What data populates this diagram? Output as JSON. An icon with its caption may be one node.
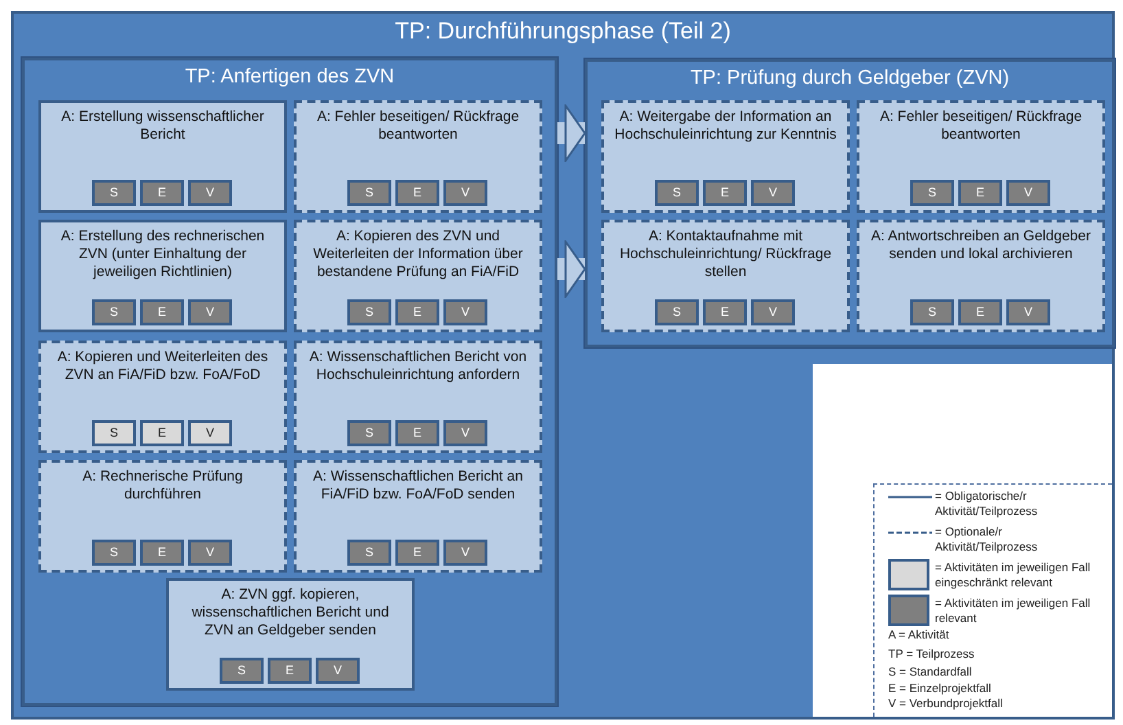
{
  "diagram": {
    "nodes": [
      {
        "text": [
          "TP: Durchführungsphase (Teil 2)"
        ]
      },
      {
        "text": [
          "TP: Anfertigen des ZVN"
        ],
        "in": 0
      },
      {
        "text": [
          "A: Erstellung wissenschaftlicher Bericht"
        ],
        "in": 1
      },
      {
        "text": [
          "S"
        ],
        "in": 2
      },
      {
        "text": [
          "E"
        ],
        "in": 2
      },
      {
        "text": [
          "V"
        ],
        "in": 2
      },
      {
        "text": [
          "A: Fehler beseitigen/ Rückfrage beantworten"
        ],
        "in": 1
      },
      {
        "text": [
          "S"
        ],
        "in": 6
      },
      {
        "text": [
          "E"
        ],
        "in": 6
      },
      {
        "text": [
          "V"
        ],
        "in": 6
      },
      {
        "text": [
          "A: Erstellung des rechnerischen ZVN (unter Einhaltung der jeweiligen Richtlinien)"
        ],
        "in": 1
      },
      {
        "text": [
          "S"
        ],
        "in": 10
      },
      {
        "text": [
          "E"
        ],
        "in": 10
      },
      {
        "text": [
          "V"
        ],
        "in": 10
      },
      {
        "text": [
          "A: Kopieren des ZVN und Weiterleiten der Information über bestandene Prüfung an FiA/FiD"
        ],
        "in": 1
      },
      {
        "text": [
          "S"
        ],
        "in": 14
      },
      {
        "text": [
          "E"
        ],
        "in": 14
      },
      {
        "text": [
          "V"
        ],
        "in": 14
      },
      {
        "text": [
          "A: Kopieren und Weiterleiten des ZVN an FiA/FiD bzw. FoA/FoD"
        ],
        "in": 1
      },
      {
        "text": [
          "S"
        ],
        "in": 18
      },
      {
        "text": [
          "E"
        ],
        "in": 18
      },
      {
        "text": [
          "V"
        ],
        "in": 18
      },
      {
        "text": [
          "A: Wissenschaftlichen Bericht von Hochschuleinrichtung anfordern"
        ],
        "in": 1
      },
      {
        "text": [
          "S"
        ],
        "in": 22
      },
      {
        "text": [
          "E"
        ],
        "in": 22
      },
      {
        "text": [
          "V"
        ],
        "in": 22
      },
      {
        "text": [
          "A: Rechnerische Prüfung durchführen"
        ],
        "in": 1
      },
      {
        "text": [
          "S"
        ],
        "in": 26
      },
      {
        "text": [
          "E"
        ],
        "in": 26
      },
      {
        "text": [
          "V"
        ],
        "in": 26
      },
      {
        "text": [
          "A: Wissenschaftlichen Bericht an FiA/FiD bzw. FoA/FoD senden"
        ],
        "in": 1
      },
      {
        "text": [
          "S"
        ],
        "in": 30
      },
      {
        "text": [
          "E"
        ],
        "in": 30
      },
      {
        "text": [
          "V"
        ],
        "in": 30
      },
      {
        "text": [
          "A: ZVN ggf. kopieren, wissenschaftlichen Bericht und ZVN an Geldgeber senden"
        ],
        "in": 1
      },
      {
        "text": [
          "S"
        ],
        "in": 34
      },
      {
        "text": [
          "E"
        ],
        "in": 34
      },
      {
        "text": [
          "V"
        ],
        "in": 34
      },
      {
        "text": [
          "TP: Prüfung durch Geldgeber (ZVN)"
        ],
        "in": 0
      },
      {
        "text": [
          "A: Weitergabe der Information an Hochschuleinrichtung zur Kenntnis"
        ],
        "in": 38
      },
      {
        "text": [
          "S"
        ],
        "in": 39
      },
      {
        "text": [
          "E"
        ],
        "in": 39
      },
      {
        "text": [
          "V"
        ],
        "in": 39
      },
      {
        "text": [
          "A: Fehler beseitigen/ Rückfrage beantworten"
        ],
        "in": 38
      },
      {
        "text": [
          "S"
        ],
        "in": 43
      },
      {
        "text": [
          "E"
        ],
        "in": 43
      },
      {
        "text": [
          "V"
        ],
        "in": 43
      },
      {
        "text": [
          "A: Kontaktaufnahme mit Hochschuleinrichtung/ Rückfrage stellen"
        ],
        "in": 38
      },
      {
        "text": [
          "S"
        ],
        "in": 47
      },
      {
        "text": [
          "E"
        ],
        "in": 47
      },
      {
        "text": [
          "V"
        ],
        "in": 47
      },
      {
        "text": [
          "A: Antwortschreiben an Geldgeber senden und lokal archivieren"
        ],
        "in": 38
      },
      {
        "text": [
          "S"
        ],
        "in": 51
      },
      {
        "text": [
          "E"
        ],
        "in": 51
      },
      {
        "text": [
          "V"
        ],
        "in": 51
      }
    ],
    "edges": [
      {
        "from": 1,
        "to": 38,
        "arrow": "to"
      },
      {
        "from": 1,
        "to": 38,
        "arrow": "to"
      }
    ],
    "legend": [
      {
        "text": "= Obligatorische/r Aktivität/Teilprozess"
      },
      {
        "text": "= Optionale/r Aktivität/Teilprozess"
      },
      {
        "text": "= Aktivitäten im jeweiligen Fall eingeschränkt relevant",
        "color": "#d9d9d9"
      },
      {
        "text": "= Aktivitäten im jeweiligen Fall relevant",
        "color": "#7f7f7f"
      }
    ],
    "labels": [
      "A = Aktivität",
      "TP = Teilprozess",
      "S = Standardfall",
      "E = Einzelprojektfall",
      "V = Verbundprojektfall"
    ]
  }
}
